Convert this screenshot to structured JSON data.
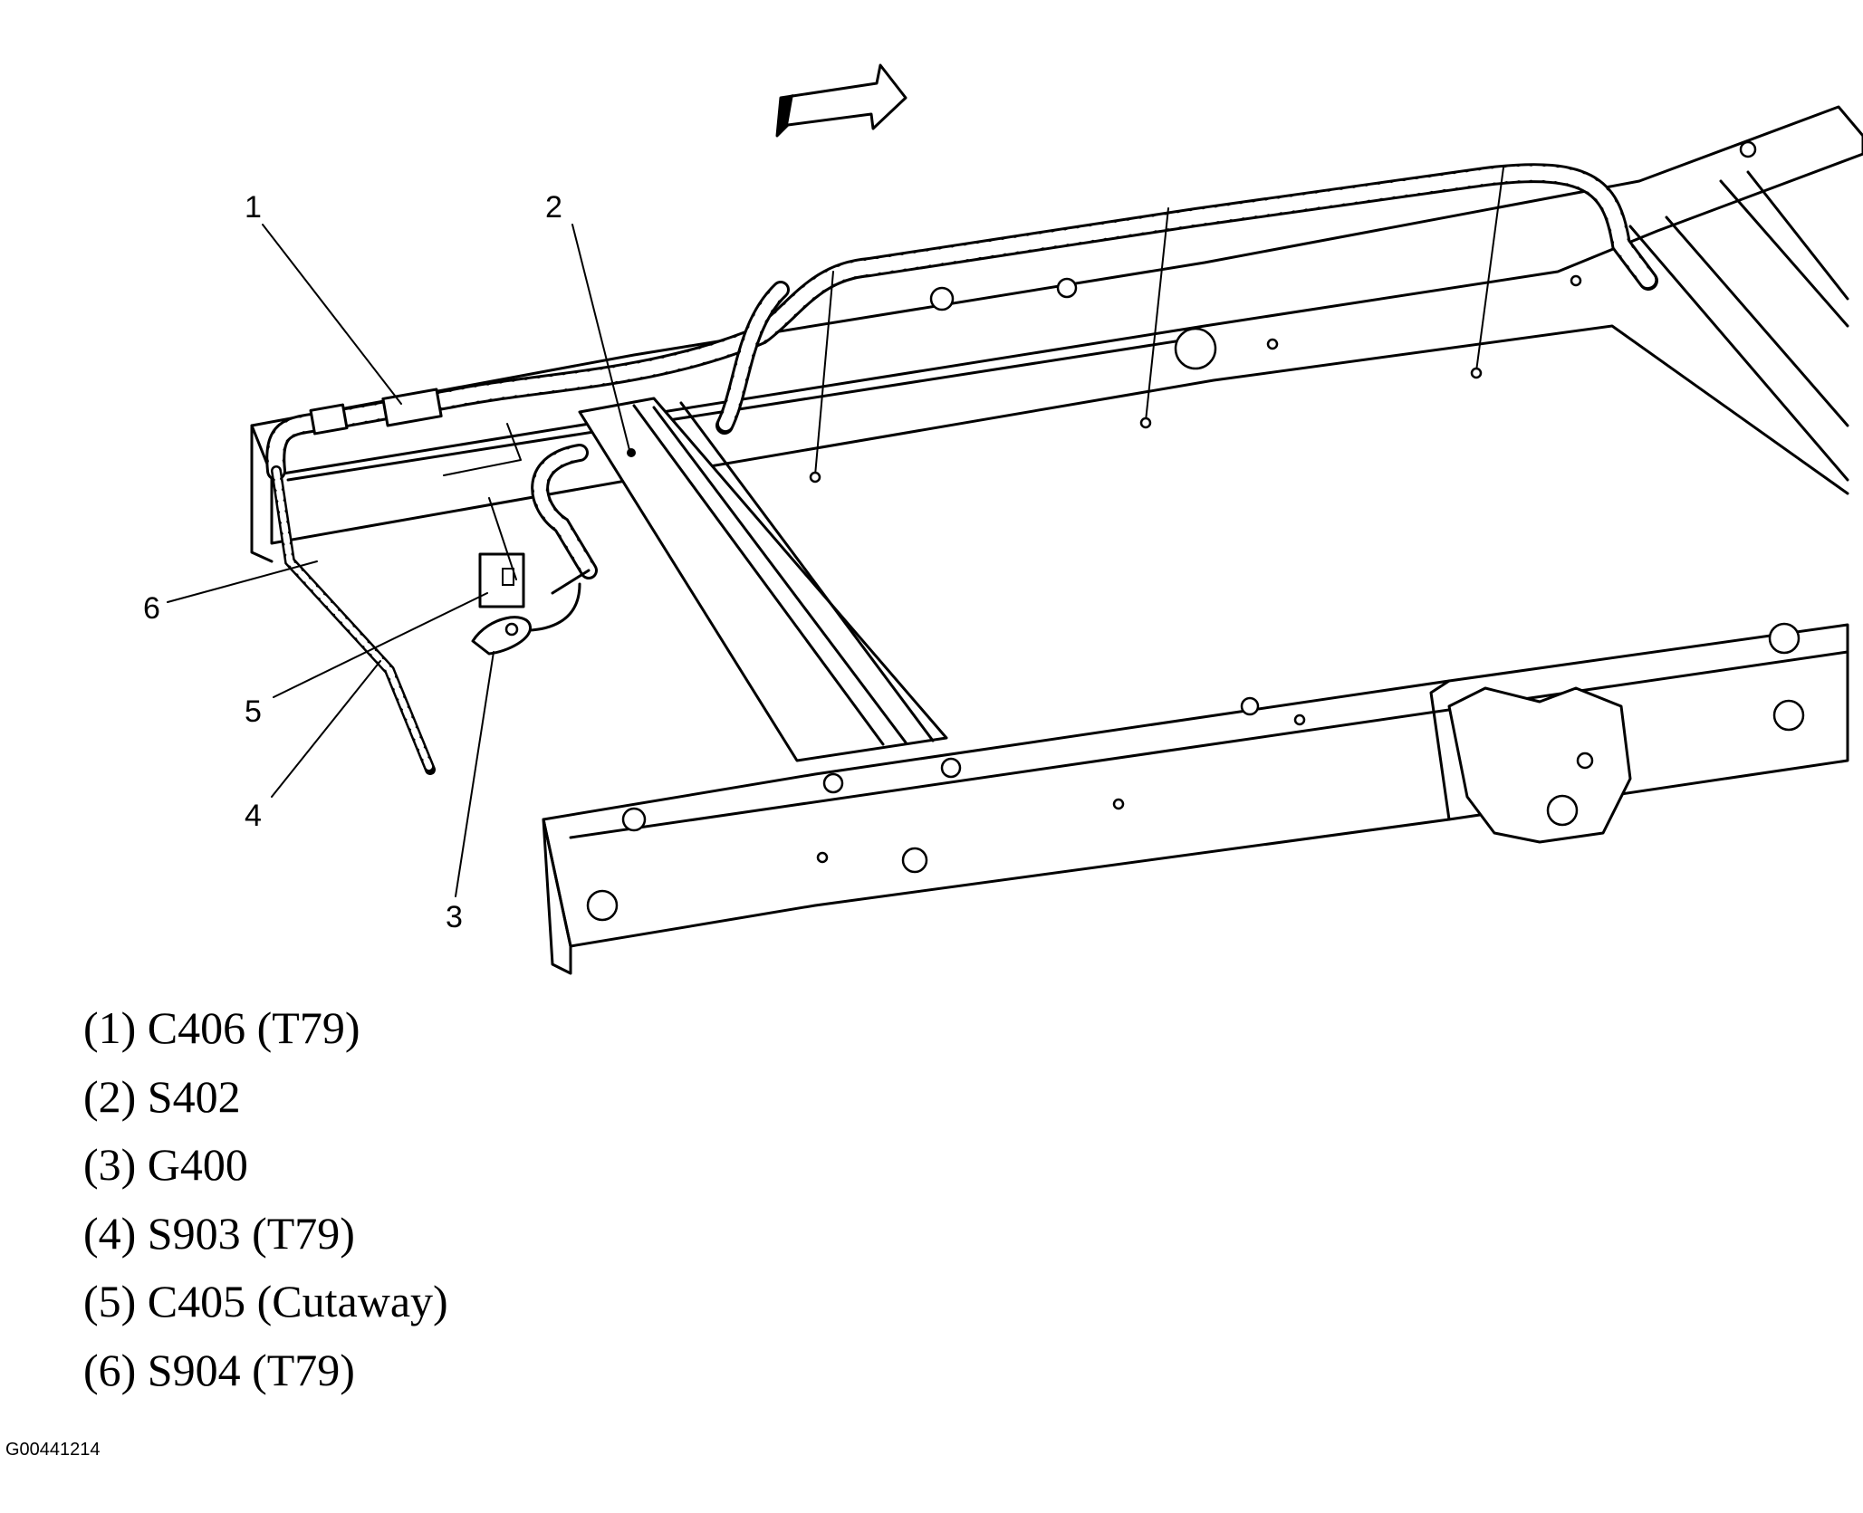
{
  "diagram": {
    "callouts": [
      "1",
      "2",
      "3",
      "4",
      "5",
      "6"
    ]
  },
  "legend": {
    "items": [
      "(1) C406 (T79)",
      "(2) S402",
      "(3) G400",
      "(4) S903 (T79)",
      "(5) C405 (Cutaway)",
      "(6) S904 (T79)"
    ]
  },
  "figure_id": "G00441214",
  "icons": {
    "direction_arrow": "front-direction-arrow-icon"
  }
}
